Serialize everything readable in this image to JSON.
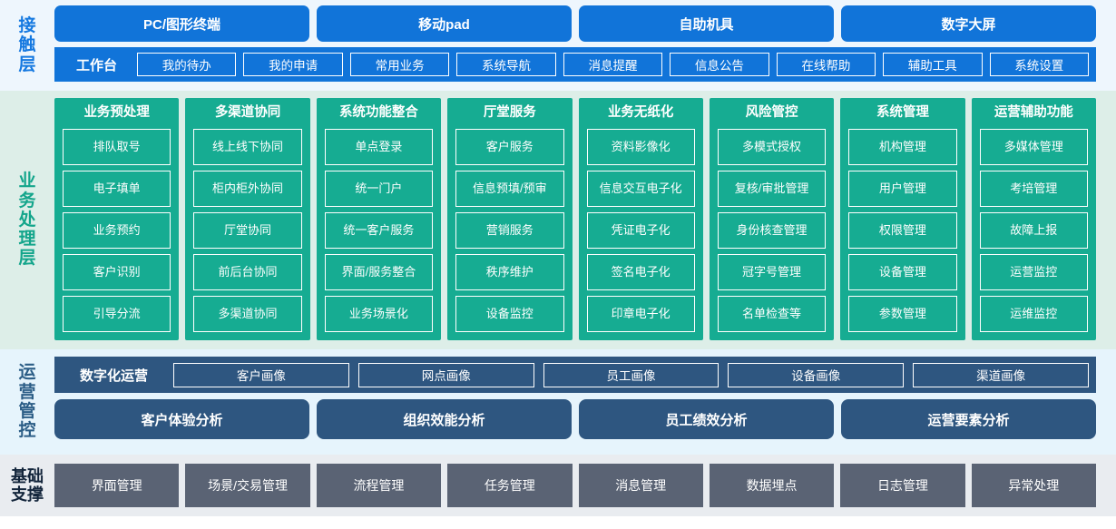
{
  "colors": {
    "contact_band_bg": "#eef6fd",
    "contact_blue": "#1174d9",
    "business_band_bg": "#ddeee8",
    "business_teal": "#16ac92",
    "business_label": "#13a58b",
    "ops_band_bg": "#e6f4fc",
    "ops_slate": "#2e5680",
    "base_band_bg": "#e9ecf0",
    "base_gray": "#5a6374"
  },
  "layers": {
    "contact": {
      "label_chars": [
        "接",
        "触",
        "层"
      ],
      "channels": [
        "PC/图形终端",
        "移动pad",
        "自助机具",
        "数字大屏"
      ],
      "workbench_title": "工作台",
      "workbench_items": [
        "我的待办",
        "我的申请",
        "常用业务",
        "系统导航",
        "消息提醒",
        "信息公告",
        "在线帮助",
        "辅助工具",
        "系统设置"
      ]
    },
    "business": {
      "label_chars": [
        "业",
        "务",
        "处",
        "理",
        "层"
      ],
      "columns": [
        {
          "title": "业务预处理",
          "items": [
            "排队取号",
            "电子填单",
            "业务预约",
            "客户识别",
            "引导分流"
          ]
        },
        {
          "title": "多渠道协同",
          "items": [
            "线上线下协同",
            "柜内柜外协同",
            "厅堂协同",
            "前后台协同",
            "多渠道协同"
          ]
        },
        {
          "title": "系统功能整合",
          "items": [
            "单点登录",
            "统一门户",
            "统一客户服务",
            "界面/服务整合",
            "业务场景化"
          ]
        },
        {
          "title": "厅堂服务",
          "items": [
            "客户服务",
            "信息预填/预审",
            "营销服务",
            "秩序维护",
            "设备监控"
          ]
        },
        {
          "title": "业务无纸化",
          "items": [
            "资料影像化",
            "信息交互电子化",
            "凭证电子化",
            "签名电子化",
            "印章电子化"
          ]
        },
        {
          "title": "风险管控",
          "items": [
            "多模式授权",
            "复核/审批管理",
            "身份核查管理",
            "冠字号管理",
            "名单检查等"
          ]
        },
        {
          "title": "系统管理",
          "items": [
            "机构管理",
            "用户管理",
            "权限管理",
            "设备管理",
            "参数管理"
          ]
        },
        {
          "title": "运营辅助功能",
          "items": [
            "多媒体管理",
            "考培管理",
            "故障上报",
            "运营监控",
            "运维监控"
          ]
        }
      ]
    },
    "ops": {
      "label_chars": [
        "运",
        "营",
        "管",
        "控"
      ],
      "digital_ops_title": "数字化运营",
      "portraits": [
        "客户画像",
        "网点画像",
        "员工画像",
        "设备画像",
        "渠道画像"
      ],
      "analytics": [
        "客户体验分析",
        "组织效能分析",
        "员工绩效分析",
        "运营要素分析"
      ]
    },
    "base": {
      "label_lines": [
        "基础",
        "支撑"
      ],
      "items": [
        "界面管理",
        "场景/交易管理",
        "流程管理",
        "任务管理",
        "消息管理",
        "数据埋点",
        "日志管理",
        "异常处理"
      ]
    }
  }
}
